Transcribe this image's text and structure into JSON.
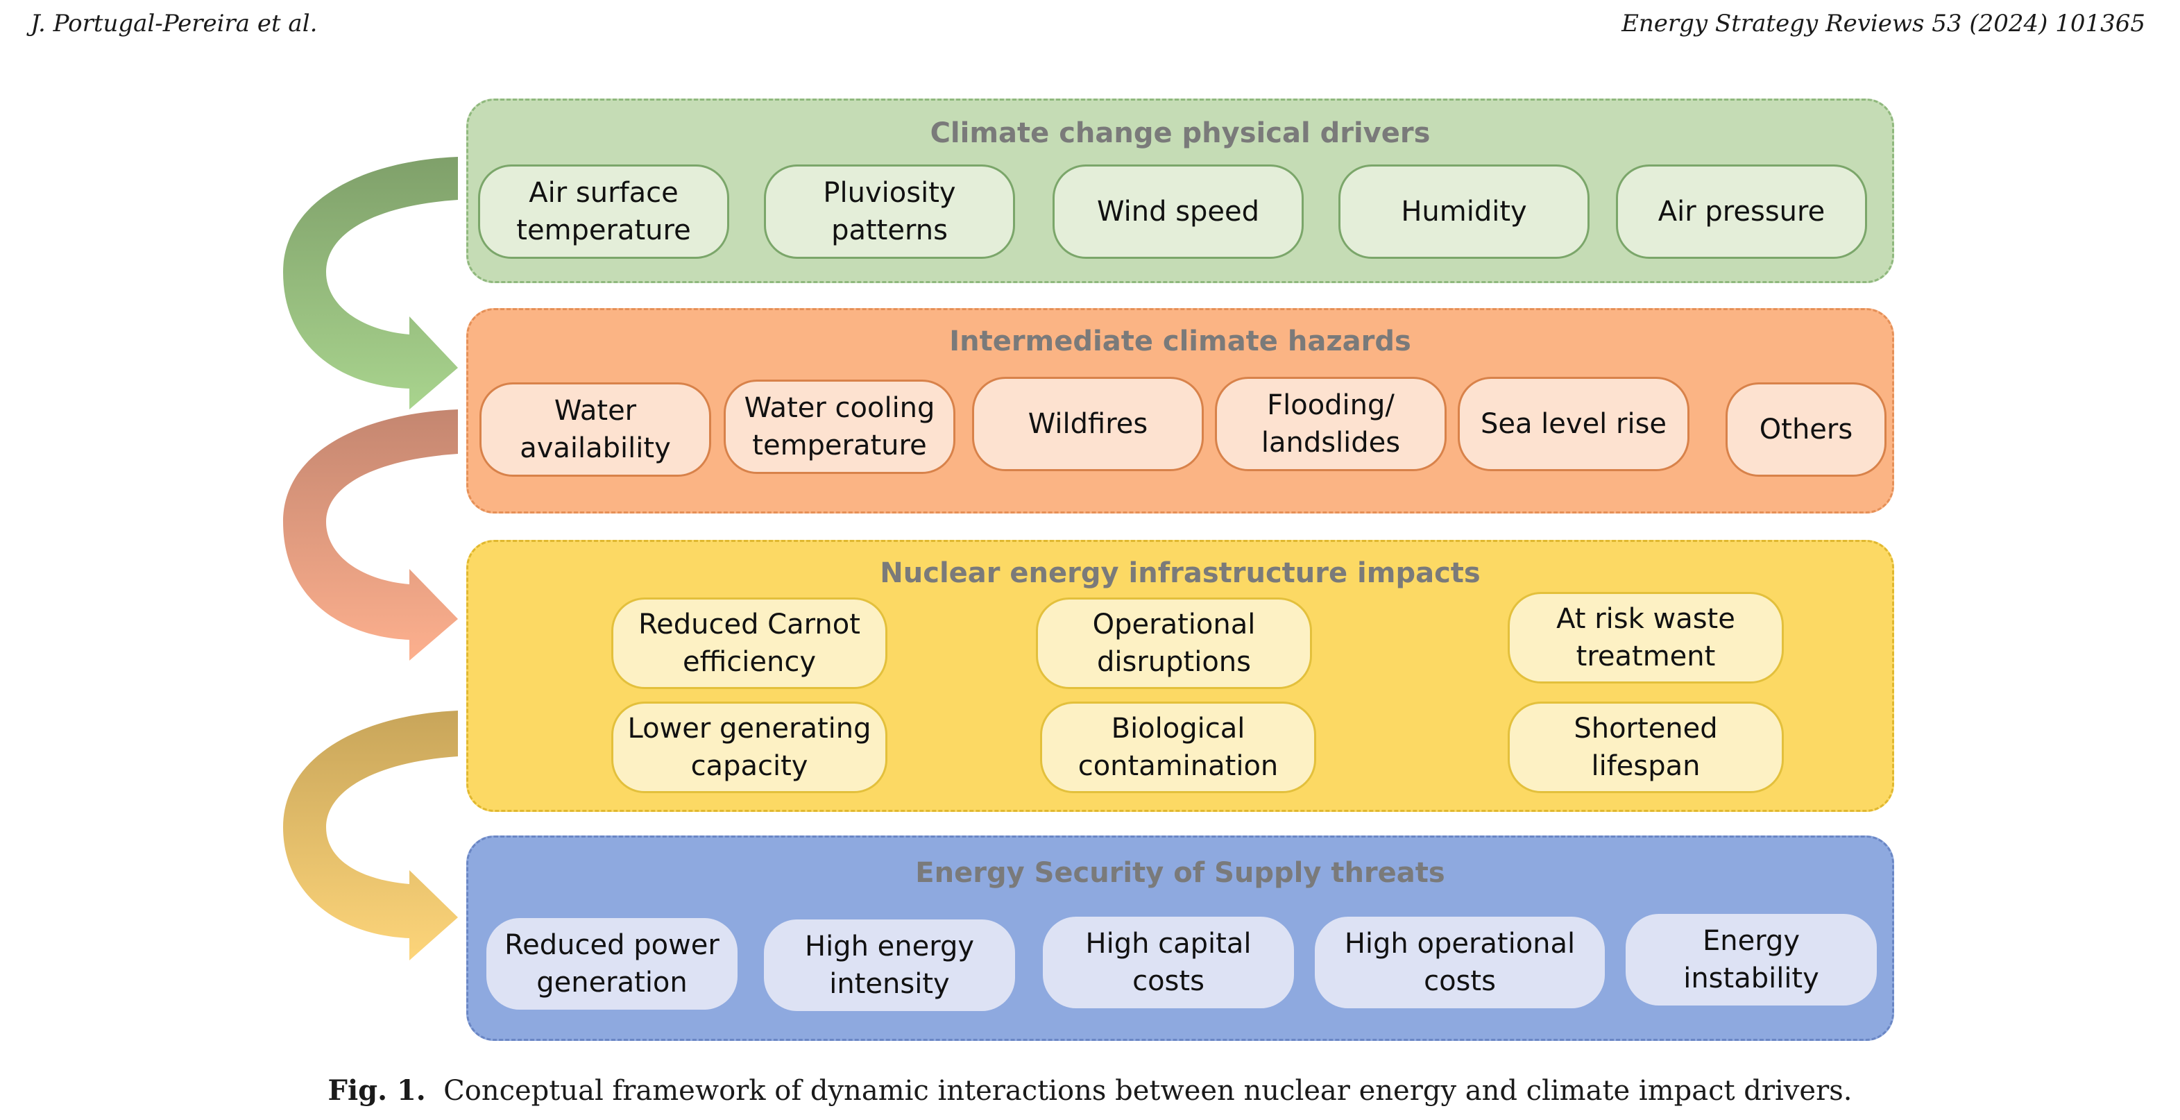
{
  "header": {
    "authors": "J. Portugal-Pereira et al.",
    "journal": "Energy Strategy Reviews 53 (2024) 101365"
  },
  "panels": [
    {
      "title": "Climate change physical drivers",
      "items": [
        "Air surface\ntemperature",
        "Pluviosity\npatterns",
        "Wind speed",
        "Humidity",
        "Air pressure"
      ]
    },
    {
      "title": "Intermediate climate hazards",
      "items": [
        "Water\navailability",
        "Water cooling\ntemperature",
        "Wildfires",
        "Flooding/\nlandslides",
        "Sea level rise",
        "Others"
      ]
    },
    {
      "title": "Nuclear energy infrastructure impacts",
      "items": [
        "Reduced Carnot\nefficiency",
        "Operational\ndisruptions",
        "At risk waste\ntreatment",
        "Lower generating\ncapacity",
        "Biological\ncontamination",
        "Shortened\nlifespan"
      ]
    },
    {
      "title": "Energy Security of Supply threats",
      "items": [
        "Reduced power\ngeneration",
        "High energy\nintensity",
        "High capital\ncosts",
        "High operational\ncosts",
        "Energy\ninstability"
      ]
    }
  ],
  "caption": {
    "label": "Fig. 1.",
    "text": "Conceptual framework of dynamic interactions between nuclear energy and climate impact drivers."
  },
  "colors": {
    "drivers_fill": "#c5dcb5",
    "hazards_fill": "#fbb484",
    "impacts_fill": "#fcd964",
    "threats_fill": "#8ea9df",
    "title_text": "#7a7a7a"
  }
}
